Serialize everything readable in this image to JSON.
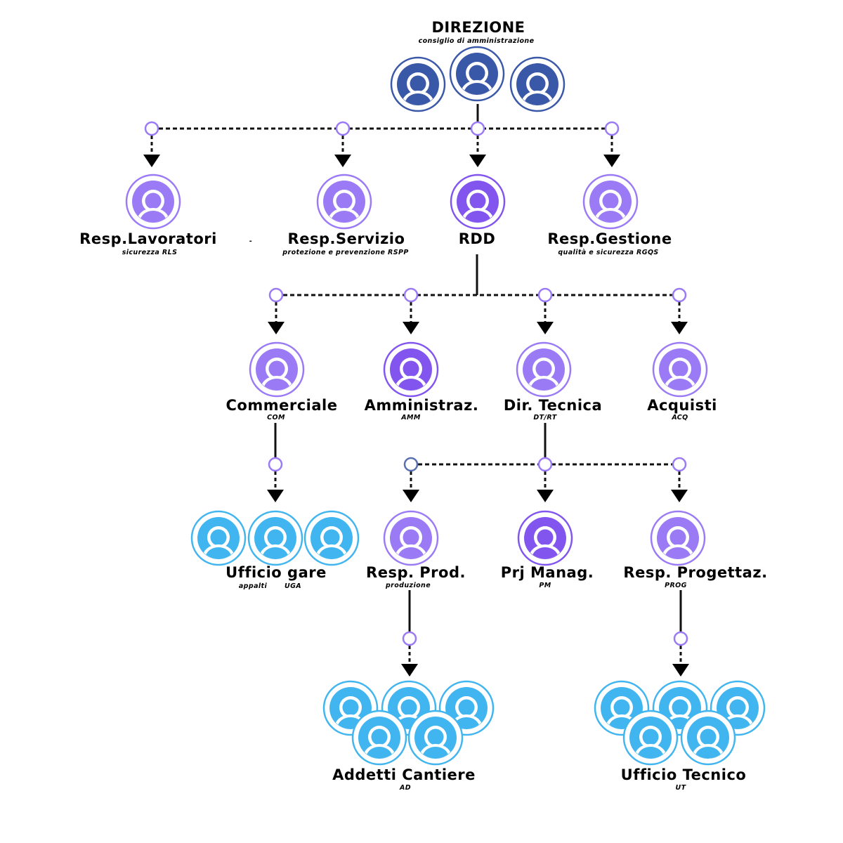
{
  "colors": {
    "navy": "#3a58a8",
    "violet": "#9b7bf5",
    "violet_dark": "#8256ee",
    "sky": "#41b5ef",
    "line": "#111111",
    "dot": "#9b7bf5"
  },
  "nodes": {
    "direzione": {
      "title": "DIREZIONE",
      "subtitle": "consiglio di amministrazione"
    },
    "resp_lavoratori": {
      "title": "Resp.Lavoratori",
      "subtitle": "sicurezza RLS"
    },
    "resp_servizio": {
      "title": "Resp.Servizio",
      "subtitle": "protezione e prevenzione RSPP"
    },
    "rdd": {
      "title": "RDD",
      "subtitle": ""
    },
    "resp_gestione": {
      "title": "Resp.Gestione",
      "subtitle": "qualità e sicurezza RGQS"
    },
    "commerciale": {
      "title": "Commerciale",
      "subtitle": "COM"
    },
    "amministraz": {
      "title": "Amministraz.",
      "subtitle": "AMM"
    },
    "dir_tecnica": {
      "title": "Dir. Tecnica",
      "subtitle": "DT/RT"
    },
    "acquisti": {
      "title": "Acquisti",
      "subtitle": "ACQ"
    },
    "ufficio_gare": {
      "title": "Ufficio gare",
      "subtitle_a": "appalti",
      "subtitle_b": "UGA"
    },
    "resp_prod": {
      "title": "Resp. Prod.",
      "subtitle": "produzione"
    },
    "prj_manag": {
      "title": "Prj Manag.",
      "subtitle": "PM"
    },
    "resp_progettaz": {
      "title": "Resp. Progettaz.",
      "subtitle": "PROG"
    },
    "addetti_cantiere": {
      "title": "Addetti Cantiere",
      "subtitle": "AD"
    },
    "ufficio_tecnico": {
      "title": "Ufficio Tecnico",
      "subtitle": "UT"
    }
  },
  "stray_marks": {
    "dash": "-"
  },
  "icons": {
    "person": "person-avatar-icon",
    "arrow": "arrow-down-icon",
    "junction": "junction-dot-icon"
  }
}
